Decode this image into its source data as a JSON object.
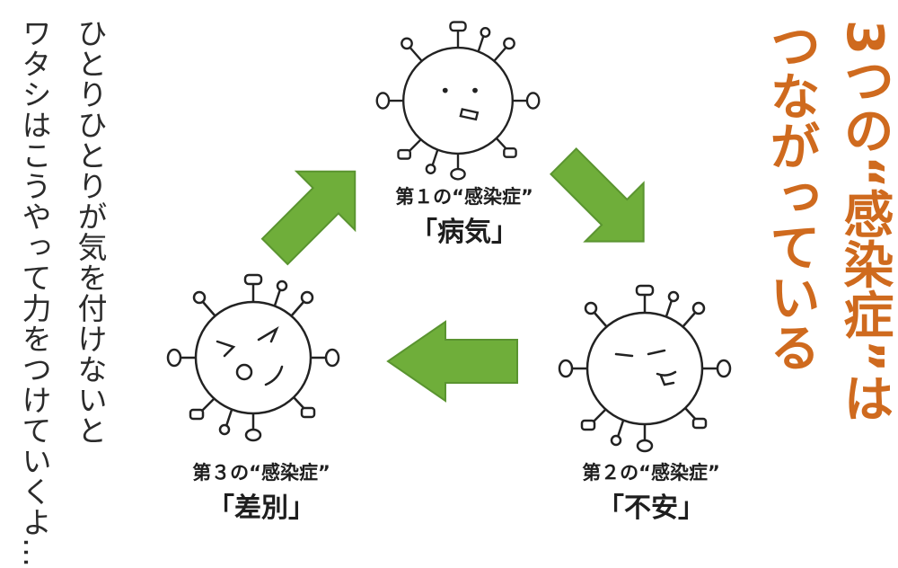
{
  "message": {
    "line1": "ひとりひとりが気を付けないと",
    "line2": "ワタシはこうやって力をつけていくよ…"
  },
  "title": {
    "col1": "3つの“感染症”は",
    "col2": "つながっている"
  },
  "stages": [
    {
      "label": "第１の“感染症”",
      "name": "「病気」"
    },
    {
      "label": "第２の“感染症”",
      "name": "「不安」"
    },
    {
      "label": "第３の“感染症”",
      "name": "「差別」"
    }
  ],
  "colors": {
    "arrow": "#6fae3a",
    "title": "#cf6a1e"
  },
  "icons": [
    "virus-icon",
    "arrow-icon"
  ]
}
